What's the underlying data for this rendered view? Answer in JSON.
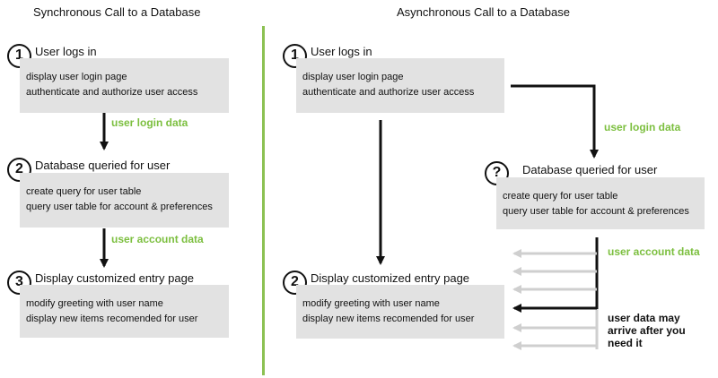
{
  "sync": {
    "heading": "Synchronous Call to a Database",
    "steps": [
      {
        "num": "1",
        "title": "User logs in",
        "lines": [
          "display user login page",
          "authenticate and authorize user access"
        ]
      },
      {
        "num": "2",
        "title": "Database queried for user",
        "lines": [
          "create query for user table",
          "query user table for account & preferences"
        ]
      },
      {
        "num": "3",
        "title": "Display customized entry page",
        "lines": [
          "modify greeting with user name",
          "display new items recomended for user"
        ]
      }
    ],
    "arrow_labels": [
      "user login data",
      "user account data"
    ]
  },
  "async": {
    "heading": "Asynchronous Call to a Database",
    "steps": [
      {
        "num": "1",
        "title": "User logs in",
        "lines": [
          "display user login page",
          "authenticate and authorize user access"
        ]
      },
      {
        "num": "?",
        "title": "Database queried for user",
        "lines": [
          "create query for user table",
          "query user table for account & preferences"
        ]
      },
      {
        "num": "2",
        "title": "Display customized entry page",
        "lines": [
          "modify greeting with user name",
          "display new items recomended for user"
        ]
      }
    ],
    "arrow_labels": [
      "user login data",
      "user account data"
    ],
    "note": [
      "user data may",
      "arrive after you",
      "need it"
    ]
  },
  "colors": {
    "divider": "#8cc152",
    "green_label": "#7cbf3f",
    "box_fill": "#e2e2e2",
    "ghost_arrow": "#cfcfcf"
  }
}
